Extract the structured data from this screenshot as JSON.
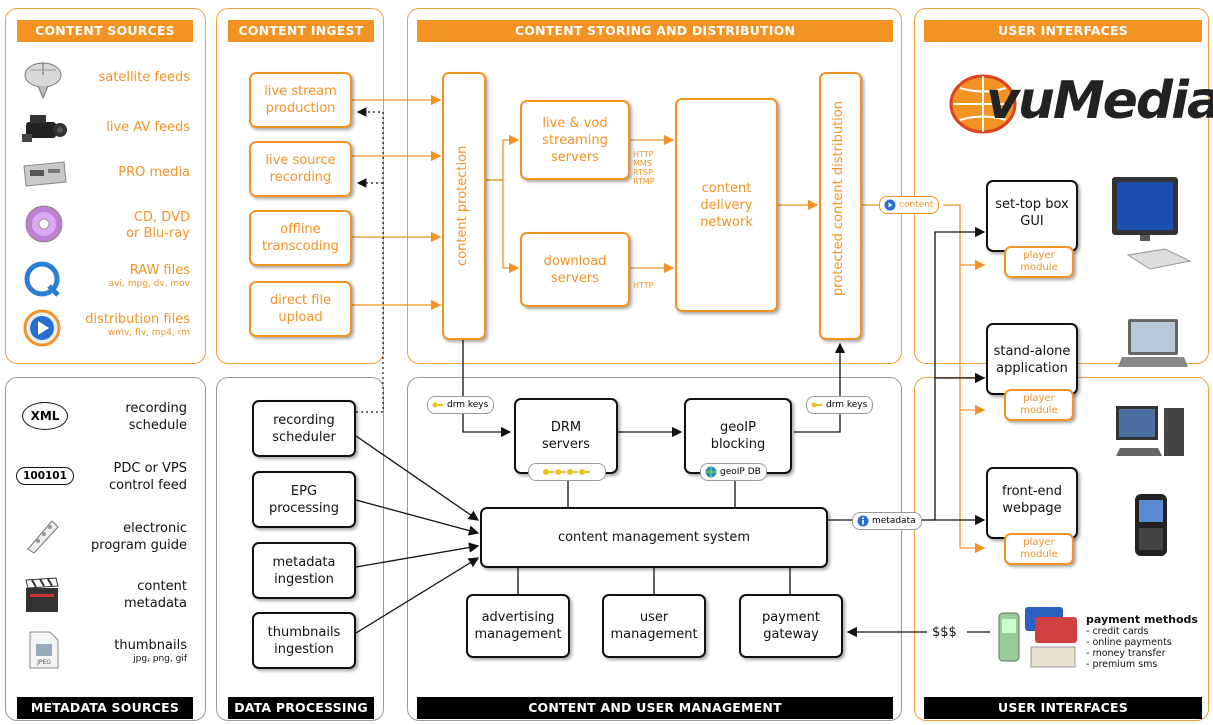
{
  "headers": {
    "content_sources": "CONTENT SOURCES",
    "content_ingest": "CONTENT INGEST",
    "content_storing": "CONTENT STORING AND DISTRIBUTION",
    "user_interfaces_top": "USER INTERFACES",
    "metadata_sources": "METADATA SOURCES",
    "data_processing": "DATA PROCESSING",
    "content_user_mgmt": "CONTENT AND USER MANAGEMENT",
    "user_interfaces_bottom": "USER INTERFACES"
  },
  "content_sources": [
    {
      "label": "satellite feeds",
      "sub": "",
      "icon": "satellite-dish-icon"
    },
    {
      "label": "live AV feeds",
      "sub": "",
      "icon": "video-camera-icon"
    },
    {
      "label": "PRO media",
      "sub": "",
      "icon": "tape-deck-icon"
    },
    {
      "label": "CD, DVD\nor Blu-ray",
      "sub": "",
      "icon": "disc-icon"
    },
    {
      "label": "RAW files",
      "sub": "avi, mpg, dv, mov",
      "icon": "quicktime-icon"
    },
    {
      "label": "distribution files",
      "sub": "wmv, flv, mp4, rm",
      "icon": "media-player-icon"
    }
  ],
  "ingest": {
    "live_stream": "live stream\nproduction",
    "live_source": "live source\nrecording",
    "offline": "offline\ntranscoding",
    "direct_upload": "direct file\nupload"
  },
  "storing": {
    "content_protection": "content protection",
    "streaming_servers": "live & vod\nstreaming\nservers",
    "download_servers": "download\nservers",
    "cdn": "content\ndelivery\nnetwork",
    "protected_distribution": "protected content distribution",
    "streaming_protocols": "HTTP\nMMS\nRTSP\nRTMP",
    "download_protocol": "HTTP",
    "content_tag": "content"
  },
  "brand": {
    "logo_text": "vuMedia"
  },
  "user_interfaces": {
    "settop": "set-top box\nGUI",
    "standalone": "stand-alone\napplication",
    "webpage": "front-end\nwebpage",
    "player_module": "player\nmodule"
  },
  "metadata_sources": [
    {
      "label": "recording\nschedule",
      "sub": "",
      "icon_text": "XML"
    },
    {
      "label": "PDC or VPS\ncontrol feed",
      "sub": "",
      "icon_text": "100101"
    },
    {
      "label": "electronic\nprogram guide",
      "sub": "",
      "icon_text": ""
    },
    {
      "label": "content\nmetadata",
      "sub": "",
      "icon_text": ""
    },
    {
      "label": "thumbnails",
      "sub": "jpg, png, gif",
      "icon_text": ""
    }
  ],
  "processing": {
    "scheduler": "recording\nscheduler",
    "epg": "EPG\nprocessing",
    "metadata": "metadata\ningestion",
    "thumbnails": "thumbnails\ningestion"
  },
  "management": {
    "drm_servers": "DRM\nservers",
    "geoip_blocking": "geoIP\nblocking",
    "drm_keys": "drm keys",
    "geoip_db": "geoIP DB",
    "cms": "content management system",
    "advertising": "advertising\nmanagement",
    "user_mgmt": "user\nmanagement",
    "payment": "payment\ngateway",
    "metadata_tag": "metadata"
  },
  "payment": {
    "money": "$$$",
    "title": "payment methods",
    "methods": "- credit cards\n- online payments\n- money transfer\n- premium sms"
  },
  "colors": {
    "accent": "#f39324",
    "dark": "#000000"
  }
}
